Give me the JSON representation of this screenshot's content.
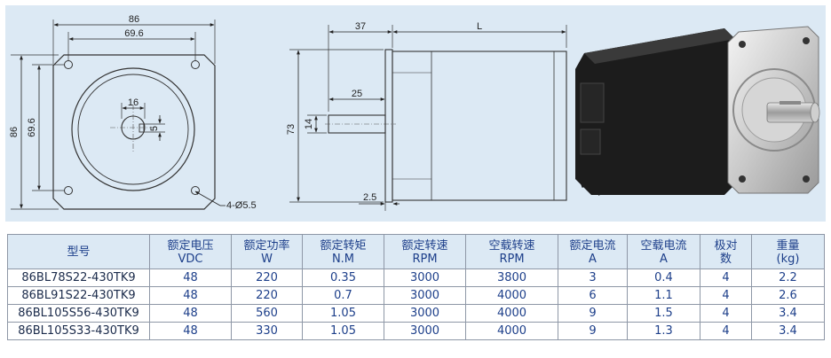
{
  "drawing": {
    "front_view": {
      "width_outer": "86",
      "width_holes": "69.6",
      "height_outer": "86",
      "height_holes": "69.6",
      "shaft_width": "16",
      "key_width": "5",
      "hole_note": "4-Ø5.5"
    },
    "side_view": {
      "flange_to_shaft": "37",
      "body_length": "L",
      "shaft_length": "25",
      "flange_height": "73",
      "shaft_diameter": "14",
      "flange_thickness": "2.5"
    }
  },
  "table": {
    "headers": [
      {
        "line1": "型号",
        "line2": ""
      },
      {
        "line1": "额定电压",
        "line2": "VDC"
      },
      {
        "line1": "额定功率",
        "line2": "W"
      },
      {
        "line1": "额定转矩",
        "line2": "N.M"
      },
      {
        "line1": "额定转速",
        "line2": "RPM"
      },
      {
        "line1": "空载转速",
        "line2": "RPM"
      },
      {
        "line1": "额定电流",
        "line2": "A"
      },
      {
        "line1": "空载电流",
        "line2": "A"
      },
      {
        "line1": "极对",
        "line2": "数"
      },
      {
        "line1": "重量",
        "line2": "(kg)"
      }
    ],
    "rows": [
      [
        "86BL78S22-430TK9",
        "48",
        "220",
        "0.35",
        "3000",
        "3800",
        "3",
        "0.4",
        "4",
        "2.2"
      ],
      [
        "86BL91S22-430TK9",
        "48",
        "220",
        "0.7",
        "3000",
        "4000",
        "6",
        "1.1",
        "4",
        "2.6"
      ],
      [
        "86BL105S56-430TK9",
        "48",
        "560",
        "1.05",
        "3000",
        "4000",
        "9",
        "1.5",
        "4",
        "3.4"
      ],
      [
        "86BL105S33-430TK9",
        "48",
        "330",
        "1.05",
        "3000",
        "4000",
        "9",
        "1.3",
        "4",
        "3.4"
      ]
    ]
  },
  "colors": {
    "panel_background": "#dce9f4",
    "header_text": "#1d3f8a",
    "grid_line": "#8e97a6"
  }
}
